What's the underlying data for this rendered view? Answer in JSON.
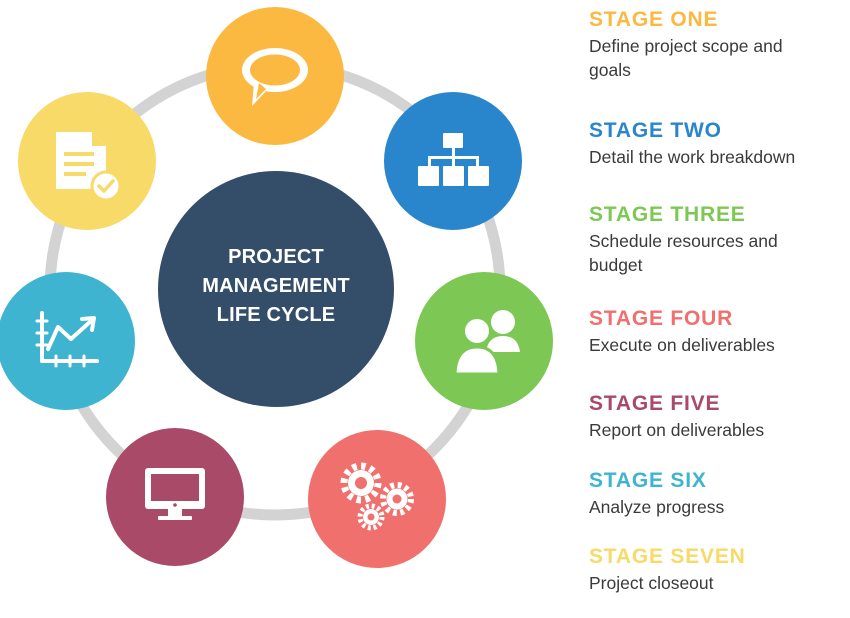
{
  "center": {
    "line1": "PROJECT",
    "line2": "MANAGEMENT",
    "line3": "LIFE CYCLE",
    "color": "#344e6a"
  },
  "ring_color": "#d3d3d3",
  "nodes": [
    {
      "icon": "speech-bubble-icon",
      "color": "#fbb941"
    },
    {
      "icon": "org-chart-icon",
      "color": "#2a86cc"
    },
    {
      "icon": "people-icon",
      "color": "#7dc855"
    },
    {
      "icon": "gears-icon",
      "color": "#f0706e"
    },
    {
      "icon": "monitor-icon",
      "color": "#a84a68"
    },
    {
      "icon": "line-graph-icon",
      "color": "#3eb4d1"
    },
    {
      "icon": "document-check-icon",
      "color": "#f7da67"
    }
  ],
  "stages": [
    {
      "title": "STAGE ONE",
      "desc": "Define project scope and goals",
      "color": "#fbb941"
    },
    {
      "title": "STAGE TWO",
      "desc": "Detail the work breakdown",
      "color": "#2a86cc"
    },
    {
      "title": "STAGE THREE",
      "desc": "Schedule resources and budget",
      "color": "#7dc855"
    },
    {
      "title": "STAGE FOUR",
      "desc": "Execute on deliverables",
      "color": "#f0706e"
    },
    {
      "title": "STAGE FIVE",
      "desc": "Report on deliverables",
      "color": "#a84a68"
    },
    {
      "title": "STAGE SIX",
      "desc": "Analyze progress",
      "color": "#3eb4d1"
    },
    {
      "title": "STAGE SEVEN",
      "desc": "Project closeout",
      "color": "#f7da67"
    }
  ]
}
